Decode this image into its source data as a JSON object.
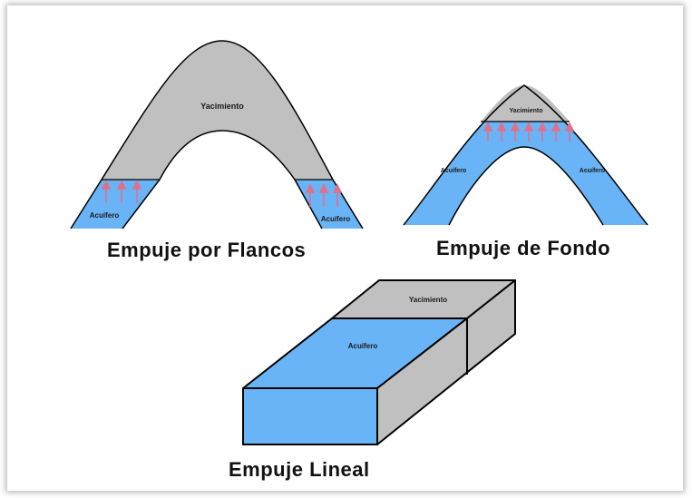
{
  "figure": {
    "diagrams": [
      {
        "caption": "Empuje por Flancos",
        "reservoir_label": "Yacimiento",
        "aquifer_label_left": "Acuífero",
        "aquifer_label_right": "Acuífero"
      },
      {
        "caption": "Empuje de Fondo",
        "reservoir_label": "Yacimiento",
        "aquifer_label_left": "Acuífero",
        "aquifer_label_right": "Acuífero"
      },
      {
        "caption": "Empuje Lineal",
        "reservoir_label": "Yacimiento",
        "aquifer_label": "Acuífero"
      }
    ]
  },
  "colors": {
    "reservoir": "#c0c0c0",
    "aquifer": "#69b4f6",
    "arrow": "#e0708a",
    "outline": "#000000"
  }
}
